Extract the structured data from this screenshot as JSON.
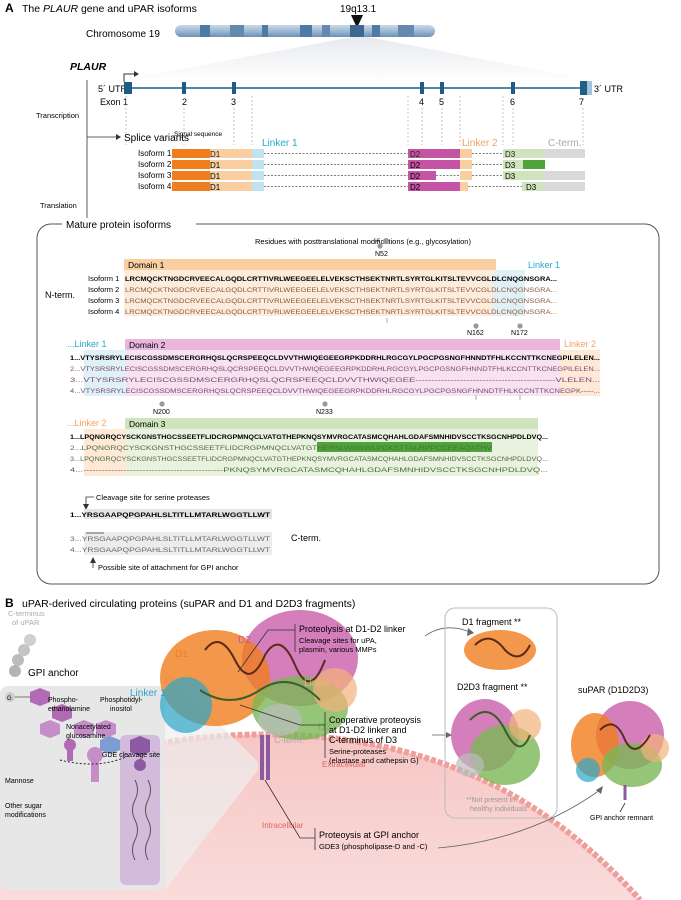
{
  "panel_a": {
    "label": "A",
    "title_prefix": "The ",
    "title_gene": "PLAUR",
    "title_suffix": " gene and uPAR isoforms",
    "locus": "19q13.1",
    "chromosome": "Chromosome 19",
    "gene": "PLAUR",
    "utr5": "5´ UTR",
    "utr3": "3´ UTR",
    "exons": [
      "Exon 1",
      "2",
      "3",
      "4",
      "5",
      "6",
      "7"
    ],
    "transcription": "Transcription",
    "splice_variants": "Splice variants",
    "signal_sequence": "Signal sequence",
    "linker1": "Linker 1",
    "linker2": "Linker 2",
    "cterm_label": "C-term.",
    "isoforms": [
      "Isoform 1",
      "Isoform 2",
      "Isoform 3",
      "Isoform 4"
    ],
    "d1": "D1",
    "d2": "D2",
    "d3": "D3",
    "translation": "Translation",
    "mature": "Mature protein isoforms",
    "ptm_note": "Residues with posttranslational modifications (e.g., glycosylation)",
    "glyco": [
      "N52",
      "N162",
      "N172",
      "N200",
      "N233"
    ],
    "domain1": "Domain 1",
    "domain2": "Domain 2",
    "domain3": "Domain 3",
    "linker1_cont": "...Linker 1",
    "linker2_cont": "...Linker 2",
    "nterm": "N-term.",
    "cterm": "C-term.",
    "seq1": [
      "LRCMQCKTNGDCRVEECALGQDLCRTTIVRLWEEGEELELVEKSCTHSEKTNRTLSYRTGLKITSLTEVVCGLDLCNQGNSGRA...",
      "LRCMQCKTNGDCRVEECALGQDLCRTTIVRLWEEGEELELVEKSCTHSEKTNRTLSYRTGLKITSLTEVVCGLDLCNQGNSGRA...",
      "LRCMQCKTNGDCRVEECALGQDLCRTTIVRLWEEGEELELVEKSCTHSEKTNRTLSYRTGLKITSLTEVVCGLDLCNQGNSGRA...",
      "LRCMQCKTNGDCRVEECALGQDLCRTTIVRLWEEGEELELVEKSCTHSEKTNRTLSYRTGLKITSLTEVVCGLDLCNQGNSGRA..."
    ],
    "seq2": [
      "1...VTYSRSRYLECISCGSSDMSCERGRHQSLQCRSPEEQCLDVVTHWIQEGEEGRPKDDRHLRGCGYLPGCPGSNGFHNNDTFHLKCCNTTKCNEGPILELEN...",
      "2...VTYSRSRYLECISCGSSDMSCERGRHQSLQCRSPEEQCLDVVTHWIQEGEEGRPKDDRHLRGCGYLPGCPGSNGFHNNDTFHLKCCNTTKCNEGPILELEN...",
      "3...VTYSRSRYLECISCGSSDMSCERGRHQSLQCRSPEEQCLDVVTHWIQEGEE--------------------------------------------VLELEN...",
      "4...VTYSRSRYLECISCGSSDMSCERGRHQSLQCRSPEEQCLDVVTHWIQEGEEGRPKDDRHLRGCGYLPGCPGSNGFHNNDTFHLKCCNTTKCNEGPK-----..."
    ],
    "seq3": [
      "1...LPQNGRQCYSCKGNSTHGCSSEETFLIDCRGPMNQCLVATGTHEPKNQSYMVRGCATASMCQHAHLGDAFSMNHIDVSCCTKSGCNHPDLDVQ...",
      "2...LPQNGRQCYSCKGNSTHGCSSEETFLIDCRGPMNQCLVATGTHERSLWGSWLPCKSTTALRPPCCEEAQATHV",
      "3...LPQNGRQCYSCKGNSTHGCSSEETFLIDCRGPMNQCLVATGTHEPKNQSYMVRGCATASMCQHAHLGDAFSMNHIDVSCCTKSGCNHPDLDVQ...",
      "4...---------------------------------------------PKNQSYMVRGCATASMCQHAHLGDAFSMNHIDVSCCTKSGCNHPDLDVQ..."
    ],
    "cleavage_note": "Cleavage site for serine proteases",
    "seq4": [
      "1...YRSGAAPQPGPAHLSLTITLLMTARLWGGTLLWT",
      "3...YRSGAAPQPGPAHLSLTITLLMTARLWGGTLLWT",
      "4...YRSGAAPQPGPAHLSLTITLLMTARLWGGTLLWT"
    ],
    "gpi_note": "Possible site of attachment for GPI anchor"
  },
  "panel_b": {
    "label": "B",
    "title": "uPAR-derived circulating proteins (suPAR and D1 and D2D3 fragments)",
    "cterm_upar": [
      "C-terminus",
      "of uPAR"
    ],
    "gpi_anchor": "GPI anchor",
    "phosphoethanolamine": [
      "Phospho-",
      "ethanolamine"
    ],
    "nonacetylated": [
      "Nonacetylated",
      "glucosamine"
    ],
    "phosphatidylinositol": [
      "Phosphotidyl-",
      "inositol"
    ],
    "mannose": "Mannose",
    "other_sugar": [
      "Other sugar",
      "modifications"
    ],
    "gde_site": "GDE cleavage site",
    "extracellular": "Extracellular",
    "intracellular": "Intracellular",
    "struct_labels": [
      "D1",
      "D2",
      "Linker 1",
      "Linker 2",
      "D3",
      "C-term."
    ],
    "callout1_title": "Proteolysis at D1-D2 linker",
    "callout1_body": [
      "Cleavage sites for uPA,",
      "plasmin, various MMPs"
    ],
    "callout2_title": [
      "Cooperative proteoysis",
      "at D1-D2 linker and",
      "C-terminus of D3"
    ],
    "callout2_body": [
      "Serine-proteases",
      "(elastase and cathepsin G)"
    ],
    "callout3_title": "Proteoysis at GPI anchor",
    "callout3_body": "GDE3 (phospholipase-D and -C)",
    "d1_fragment": "D1 fragment **",
    "d2d3_fragment": "D2D3 fragment **",
    "not_present": [
      "**Not present in",
      "healthy individuals"
    ],
    "supar": "suPAR (D1D2D3)",
    "gpi_remnant": "GPI anchor remnant"
  },
  "colors": {
    "orange": "#f07d1e",
    "orange_light": "#f9cfa2",
    "blue": "#29a6c9",
    "blue_light": "#bfe3ef",
    "pink": "#c554a4",
    "pink_light": "#eab6dc",
    "green": "#7bb655",
    "green_light": "#cfe4bd",
    "peach": "#f3b27a",
    "grey": "#bcbcbc",
    "dark_green": "#4ea33a",
    "navy": "#1d5d86"
  }
}
